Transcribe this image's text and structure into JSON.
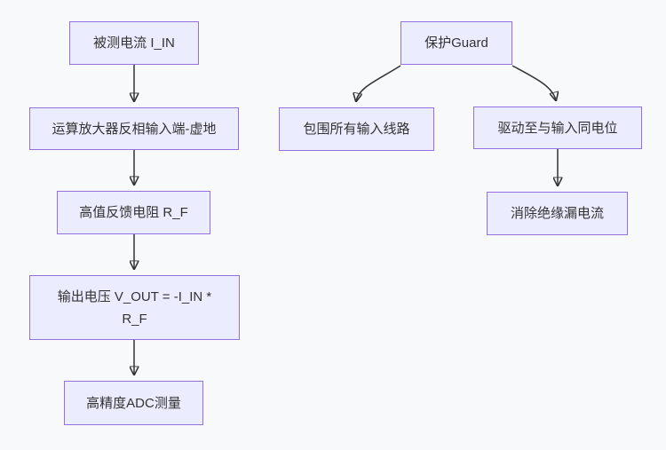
{
  "diagram": {
    "type": "flowchart",
    "direction": "top-down",
    "colors": {
      "background": "#f8f9fb",
      "node_fill": "#ECECFF",
      "node_border": "#9370DB",
      "edge_stroke": "#333333",
      "text": "#333333"
    },
    "nodes": [
      {
        "id": "measured-current",
        "label": "被测电流 I_IN"
      },
      {
        "id": "opamp-virtual-ground",
        "label": "运算放大器反相输入端-虚地"
      },
      {
        "id": "feedback-resistor",
        "label": "高值反馈电阻 R_F"
      },
      {
        "id": "output-voltage",
        "label": "输出电压 V_OUT = -I_IN *\nR_F"
      },
      {
        "id": "adc-measurement",
        "label": "高精度ADC测量"
      },
      {
        "id": "guard",
        "label": "保护Guard"
      },
      {
        "id": "surround-input-lines",
        "label": "包围所有输入线路"
      },
      {
        "id": "drive-same-potential",
        "label": "驱动至与输入同电位"
      },
      {
        "id": "eliminate-leakage",
        "label": "消除绝缘漏电流"
      }
    ],
    "edges": [
      {
        "from": "measured-current",
        "to": "opamp-virtual-ground"
      },
      {
        "from": "opamp-virtual-ground",
        "to": "feedback-resistor"
      },
      {
        "from": "feedback-resistor",
        "to": "output-voltage"
      },
      {
        "from": "output-voltage",
        "to": "adc-measurement"
      },
      {
        "from": "guard",
        "to": "surround-input-lines"
      },
      {
        "from": "guard",
        "to": "drive-same-potential"
      },
      {
        "from": "drive-same-potential",
        "to": "eliminate-leakage"
      }
    ]
  }
}
